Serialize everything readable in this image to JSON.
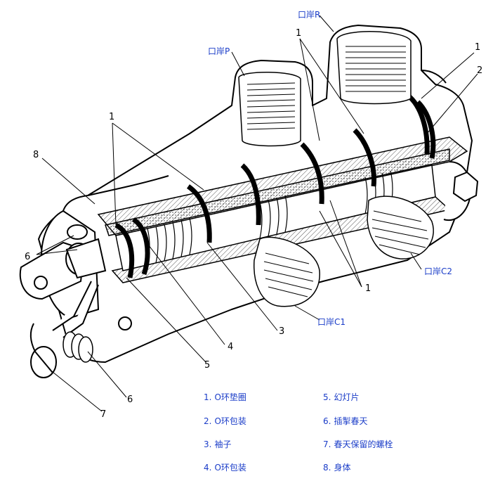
{
  "ports": {
    "R": "口岸R",
    "P": "口岸P",
    "C2": "口岸C2",
    "C1": "口岸C1"
  },
  "callouts": [
    "1",
    "1",
    "1",
    "1",
    "2",
    "3",
    "4",
    "5",
    "6",
    "6",
    "7",
    "8"
  ],
  "legend": [
    {
      "num": "1.",
      "text": "O环垫圈"
    },
    {
      "num": "2.",
      "text": "O环包装"
    },
    {
      "num": "3.",
      "text": "袖子"
    },
    {
      "num": "4.",
      "text": "O环包装"
    },
    {
      "num": "5.",
      "text": "幻灯片"
    },
    {
      "num": "6.",
      "text": "插掣春天"
    },
    {
      "num": "7.",
      "text": "春天保留的螺栓"
    },
    {
      "num": "8.",
      "text": "身体"
    }
  ],
  "colors": {
    "line": "#000000",
    "label_blue": "#1a3cc8",
    "hatch": "#555555"
  }
}
